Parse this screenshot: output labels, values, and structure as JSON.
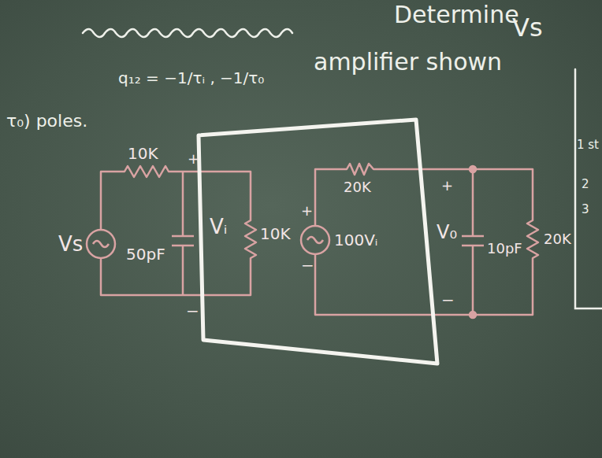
{
  "diagram": {
    "labels": [
      "Determine",
      "Vs",
      "amplifier shown",
      "q₁₂ = −1/τᵢ , −1/τ₀",
      "τ₀) poles.",
      "10K",
      "+",
      "Vs",
      "50pF",
      "Vᵢ",
      "−",
      "10K",
      "+",
      "20K",
      "100Vᵢ",
      "−",
      "+",
      "V₀",
      "10pF",
      "−",
      "20K",
      "1 st",
      "2",
      "3"
    ]
  }
}
